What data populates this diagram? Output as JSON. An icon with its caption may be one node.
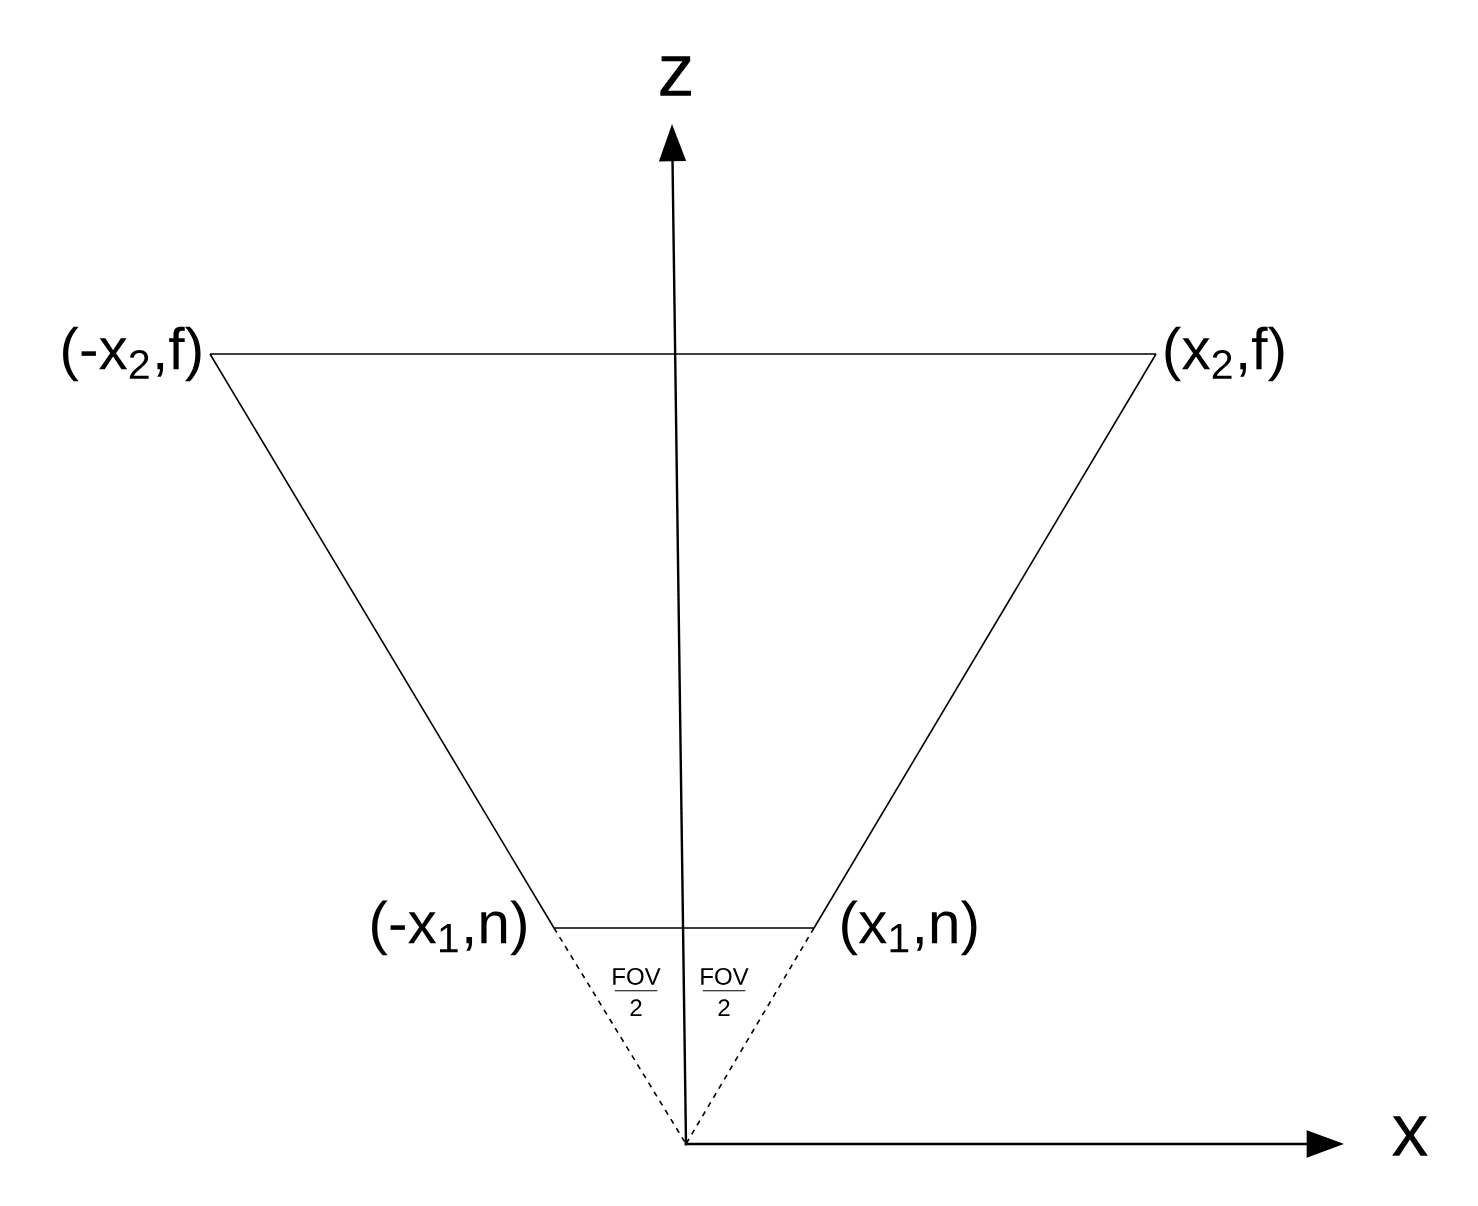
{
  "diagram": {
    "nodes": [
      {
        "text": [
          "(-x$_{2}$,f)"
        ]
      },
      {
        "text": [
          "(x$_{2}$,f)"
        ]
      },
      {
        "text": [
          "(-x$_{1}$,n)"
        ]
      },
      {
        "text": [
          "(x$_{1}$,n)"
        ]
      },
      {
        "text": [],
        "shape": "point"
      }
    ],
    "edges": [
      {
        "from": 0,
        "to": 1,
        "arrow": "none"
      },
      {
        "from": 0,
        "to": 2,
        "arrow": "none"
      },
      {
        "from": 1,
        "to": 3,
        "arrow": "none"
      },
      {
        "from": 2,
        "to": 3,
        "arrow": "none"
      },
      {
        "from": 2,
        "to": 4,
        "arrow": "none",
        "style": "dashed"
      },
      {
        "from": 3,
        "to": 4,
        "arrow": "none",
        "style": "dashed"
      }
    ],
    "labels": [
      "z",
      "x",
      "FOV",
      "2",
      "FOV",
      "2"
    ]
  }
}
